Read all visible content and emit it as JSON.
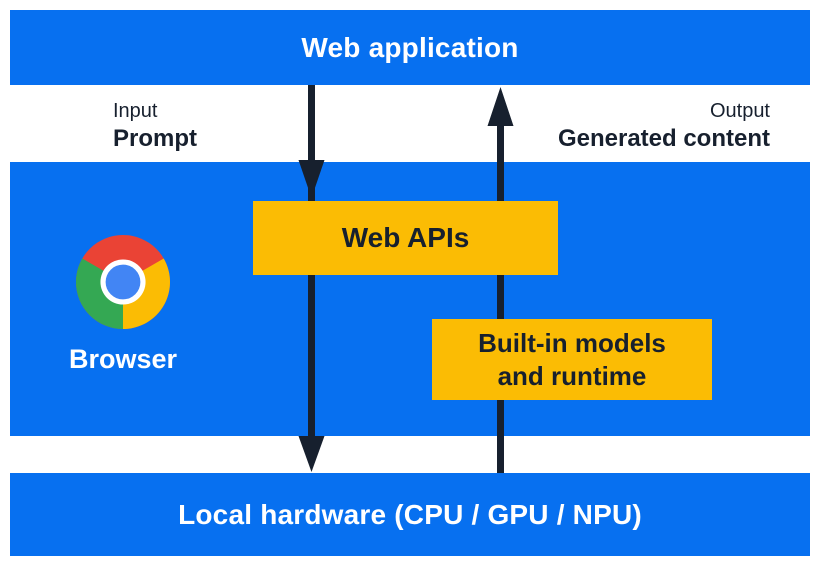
{
  "colors": {
    "canvas_bg": "#FFFFFF",
    "band_blue": "#0770F0",
    "box_yellow": "#FBBC04",
    "ink_navy": "#17202E",
    "text_white": "#FFFFFF",
    "chrome_red": "#EA4335",
    "chrome_green": "#34A853",
    "chrome_yellow": "#FBBC04",
    "chrome_blue": "#4285F4"
  },
  "top_band": {
    "label": "Web application"
  },
  "io": {
    "input_label": "Input",
    "input_value": "Prompt",
    "output_label": "Output",
    "output_value": "Generated content"
  },
  "browser": {
    "label": "Browser",
    "logo_icon": "chrome-logo"
  },
  "boxes": {
    "web_apis": {
      "label": "Web APIs"
    },
    "builtin": {
      "label": "Built-in models and runtime"
    }
  },
  "bottom_band": {
    "label": "Local hardware (CPU / GPU / NPU)"
  },
  "arrows": {
    "down_icon": "arrow-down",
    "up_icon": "arrow-up"
  }
}
